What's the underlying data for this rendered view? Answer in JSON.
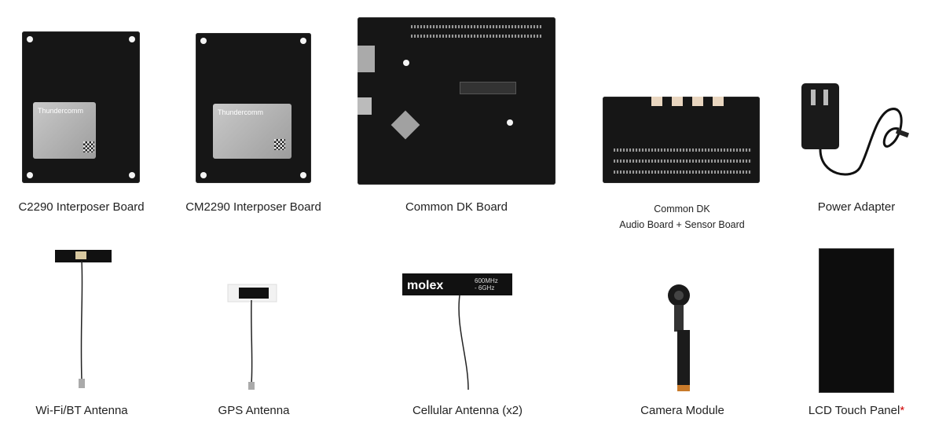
{
  "items": {
    "c2290": {
      "label": "C2290 Interposer Board",
      "brand": "Thundercomm"
    },
    "cm2290": {
      "label": "CM2290 Interposer Board",
      "brand": "Thundercomm"
    },
    "common_dk": {
      "label": "Common DK Board"
    },
    "audio_sensor": {
      "label_line1": "Common DK",
      "label_line2": "Audio Board + Sensor Board"
    },
    "power_adapter": {
      "label": "Power Adapter"
    },
    "wifi_antenna": {
      "label": "Wi-Fi/BT Antenna"
    },
    "gps_antenna": {
      "label": "GPS Antenna"
    },
    "cellular_antenna": {
      "label": "Cellular Antenna (x2)",
      "brand": "molex",
      "spec": "600MHz - 6GHz"
    },
    "camera": {
      "label": "Camera Module"
    },
    "lcd": {
      "label": "LCD Touch Panel",
      "mark": "*"
    }
  },
  "colors": {
    "asterisk": "#d00000",
    "board": "#161616"
  }
}
